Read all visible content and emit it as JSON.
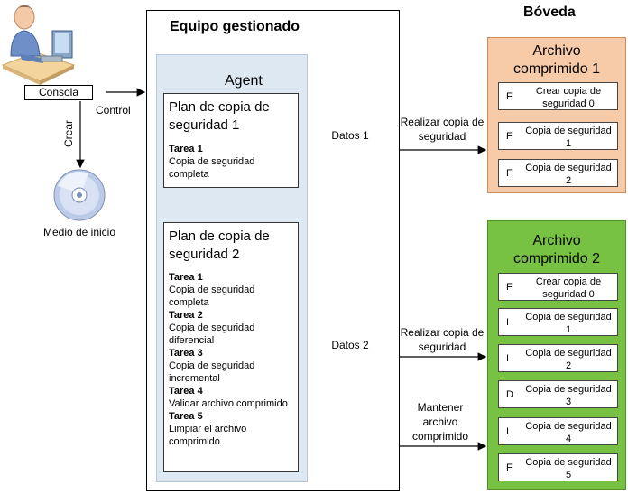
{
  "vault": {
    "title": "Bóveda"
  },
  "managed": {
    "title": "Equipo gestionado"
  },
  "agent": {
    "title": "Agent"
  },
  "console": {
    "label": "Consola",
    "control_label": "Control",
    "create_label": "Crear",
    "media_label": "Medio de inicio"
  },
  "plan1": {
    "title": "Plan de copia de seguridad 1",
    "tasks": [
      {
        "name": "Tarea 1",
        "desc": "Copia de seguridad completa"
      }
    ]
  },
  "plan2": {
    "title": "Plan de copia de seguridad 2",
    "tasks": [
      {
        "name": "Tarea 1",
        "desc": "Copia de seguridad completa"
      },
      {
        "name": "Tarea 2",
        "desc": "Copia de seguridad diferencial"
      },
      {
        "name": "Tarea 3",
        "desc": "Copia de seguridad incremental"
      },
      {
        "name": "Tarea 4",
        "desc": "Validar archivo comprimido"
      },
      {
        "name": "Tarea 5",
        "desc": "Limpiar el archivo comprimido"
      }
    ]
  },
  "data1": {
    "label": "Datos 1"
  },
  "data2": {
    "label": "Datos 2"
  },
  "arrows": {
    "backup1": "Realizar copia de seguridad",
    "backup2": "Realizar copia de seguridad",
    "maintain": "Mantener archivo comprimido"
  },
  "archive1": {
    "title": "Archivo comprimido 1",
    "entries": [
      {
        "type": "F",
        "label": "Crear copia de seguridad 0"
      },
      {
        "type": "F",
        "label": "Copia de seguridad 1"
      },
      {
        "type": "F",
        "label": "Copia de seguridad 2"
      }
    ]
  },
  "archive2": {
    "title": "Archivo comprimido 2",
    "entries": [
      {
        "type": "F",
        "label": "Crear copia de seguridad 0"
      },
      {
        "type": "I",
        "label": "Copia de seguridad 1"
      },
      {
        "type": "I",
        "label": "Copia de seguridad 2"
      },
      {
        "type": "D",
        "label": "Copia de seguridad 3"
      },
      {
        "type": "I",
        "label": "Copia de seguridad 4"
      },
      {
        "type": "F",
        "label": "Copia de seguridad 5"
      }
    ]
  },
  "colors": {
    "agent_bg": "#dde8f3",
    "archive1_bg": "#f8cba8",
    "archive2_bg": "#77c143"
  }
}
